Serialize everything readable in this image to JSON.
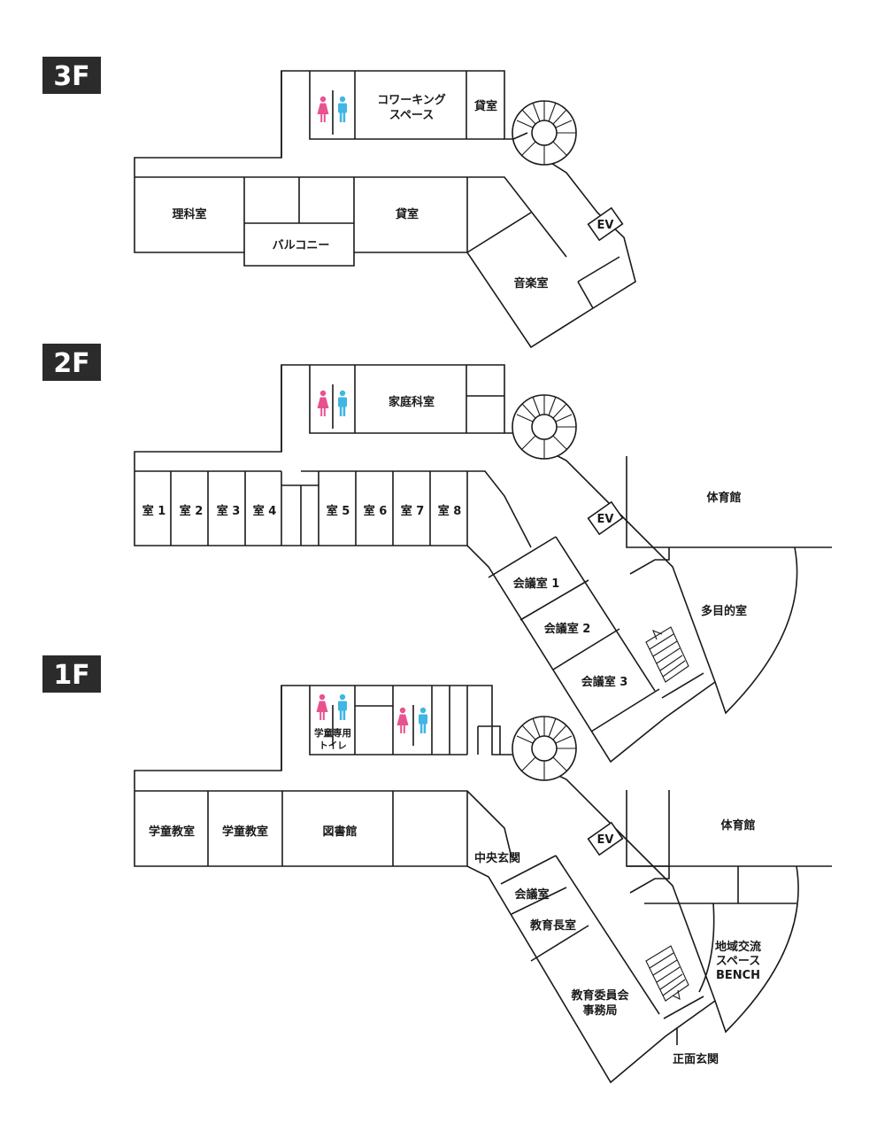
{
  "floors": {
    "f3": {
      "badge": "3F",
      "rooms": {
        "coworking_1": "コワーキング",
        "coworking_2": "スペース",
        "rental_small": "貸室",
        "science": "理科室",
        "rental": "貸室",
        "balcony": "バルコニー",
        "music": "音楽室",
        "ev": "EV"
      }
    },
    "f2": {
      "badge": "2F",
      "rooms": {
        "home_ec": "家庭科室",
        "r1": "室 1",
        "r2": "室 2",
        "r3": "室 3",
        "r4": "室 4",
        "r5": "室 5",
        "r6": "室 6",
        "r7": "室 7",
        "r8": "室 8",
        "meeting1": "会議室 1",
        "meeting2": "会議室 2",
        "meeting3": "会議室 3",
        "gym": "体育館",
        "multipurpose": "多目的室",
        "ev": "EV"
      }
    },
    "f1": {
      "badge": "1F",
      "rooms": {
        "kids_toilet_1": "学童専用",
        "kids_toilet_2": "トイレ",
        "kids_class_a": "学童教室",
        "kids_class_b": "学童教室",
        "library": "図書館",
        "central_entrance": "中央玄関",
        "meeting": "会議室",
        "superintendent": "教育長室",
        "board_office_1": "教育委員会",
        "board_office_2": "事務局",
        "gym": "体育館",
        "community_1": "地域交流",
        "community_2": "スペース",
        "community_3": "BENCH",
        "main_entrance": "正面玄関",
        "ev": "EV"
      }
    }
  },
  "colors": {
    "female_toilet": "#e8528f",
    "male_toilet": "#3fb6e3",
    "wall": "#1a1a1a",
    "badge": "#2b2b2b"
  }
}
